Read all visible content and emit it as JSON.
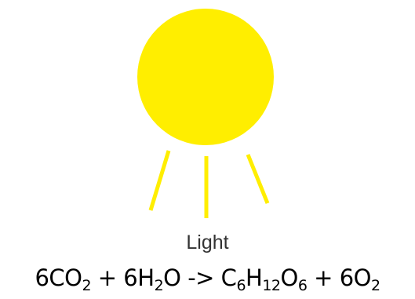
{
  "diagram": {
    "light_label": "Light",
    "equation": {
      "parts": [
        {
          "text": "6CO"
        },
        {
          "sub": "2"
        },
        {
          "text": " + 6H"
        },
        {
          "sub": "2"
        },
        {
          "text": "O -> C"
        },
        {
          "sub": "6"
        },
        {
          "text": "H"
        },
        {
          "sub": "12"
        },
        {
          "text": "O"
        },
        {
          "sub": "6"
        },
        {
          "text": " + 6O"
        },
        {
          "sub": "2"
        }
      ]
    },
    "colors": {
      "sun": "#ffee00",
      "rays": "#ffee00",
      "label": "#333333",
      "equation": "#000000"
    },
    "icons": {
      "sun": "sun-icon",
      "rays": "light-ray-icon"
    }
  }
}
